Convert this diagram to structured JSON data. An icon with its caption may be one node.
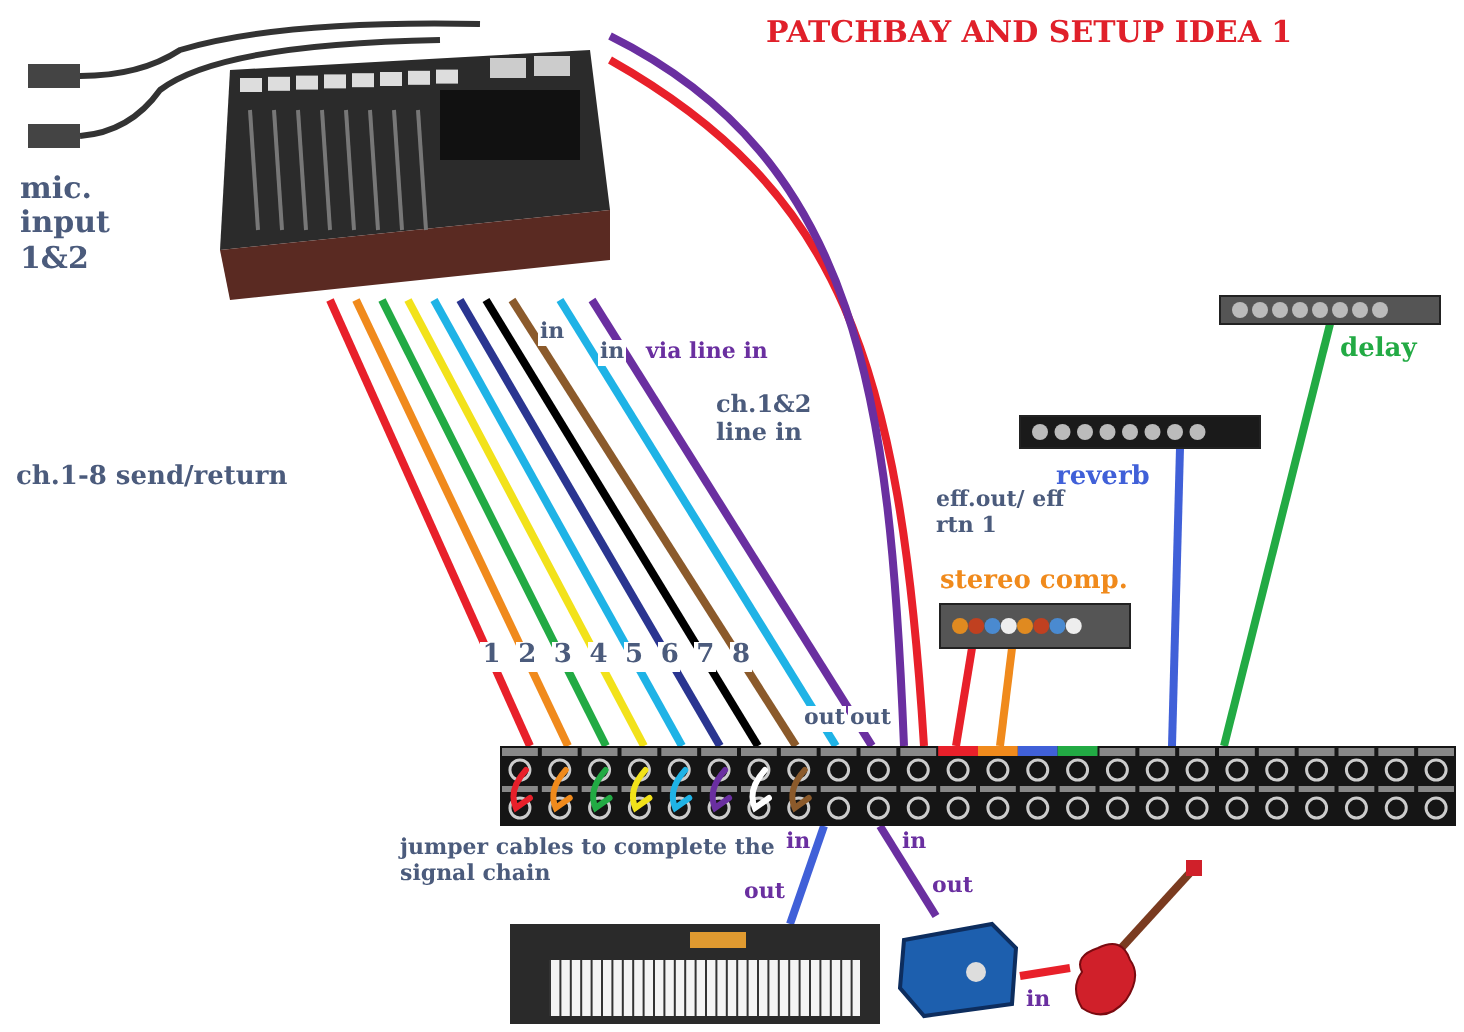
{
  "diagram": {
    "title": "PATCHBAY AND SETUP IDEA 1",
    "nodes": [
      {
        "text": [],
        "shape": "picture",
        "beside": [
          "mic. input 1&2"
        ]
      },
      {
        "text": [],
        "shape": "picture",
        "beside": [
          "delay"
        ]
      },
      {
        "text": [],
        "shape": "picture",
        "beside": [
          "reverb"
        ]
      },
      {
        "text": [],
        "shape": "picture",
        "beside": [
          "stereo comp."
        ]
      },
      {
        "text": [],
        "shape": "picture"
      },
      {
        "text": [],
        "shape": "picture"
      },
      {
        "text": [],
        "shape": "picture"
      },
      {
        "text": [],
        "shape": "picture"
      }
    ],
    "edges": [
      {
        "from": 0,
        "to": 4,
        "arrow": "none",
        "color": "#e8202a"
      },
      {
        "from": 0,
        "to": 4,
        "arrow": "none",
        "color": "#f08a1c"
      },
      {
        "from": 0,
        "to": 4,
        "arrow": "none",
        "color": "#22aa44"
      },
      {
        "from": 0,
        "to": 4,
        "arrow": "none",
        "color": "#f2e21a"
      },
      {
        "from": 0,
        "to": 4,
        "arrow": "none",
        "color": "#1fb3e6"
      },
      {
        "from": 0,
        "to": 4,
        "arrow": "none",
        "color": "#2a3590"
      },
      {
        "from": 0,
        "to": 4,
        "arrow": "none",
        "color": "#000000"
      },
      {
        "from": 0,
        "to": 4,
        "arrow": "none",
        "color": "#8b5a2b"
      },
      {
        "from": 0,
        "to": 4,
        "arrow": "none",
        "color": "#1fb3e6"
      },
      {
        "from": 0,
        "to": 4,
        "arrow": "none",
        "color": "#6a2fa0"
      },
      {
        "from": 0,
        "to": 4,
        "arrow": "none",
        "color": "#e8202a"
      },
      {
        "from": 0,
        "to": 4,
        "arrow": "none",
        "color": "#6a2fa0"
      },
      {
        "from": 4,
        "to": 3,
        "arrow": "none",
        "color": "#e8202a"
      },
      {
        "from": 4,
        "to": 3,
        "arrow": "none",
        "color": "#f08a1c"
      },
      {
        "from": 4,
        "to": 2,
        "arrow": "none",
        "color": "#4060d8"
      },
      {
        "from": 4,
        "to": 1,
        "arrow": "none",
        "color": "#22aa44"
      },
      {
        "from": 5,
        "to": 4,
        "arrow": "none",
        "color": "#4060d8"
      },
      {
        "from": 6,
        "to": 4,
        "arrow": "none",
        "color": "#6a2fa0"
      },
      {
        "from": 7,
        "to": 6,
        "arrow": "none",
        "color": "#e8202a"
      }
    ],
    "labels": [
      "in",
      "in",
      "via line in",
      "ch.1&2 line in",
      "ch.1-8 send/return",
      "eff.out/ eff rtn 1",
      "1",
      "2",
      "3",
      "4",
      "5",
      "6",
      "7",
      "8",
      "out",
      "out",
      "jumper cables to complete the signal chain",
      "in",
      "in",
      "out",
      "out",
      "in"
    ]
  }
}
